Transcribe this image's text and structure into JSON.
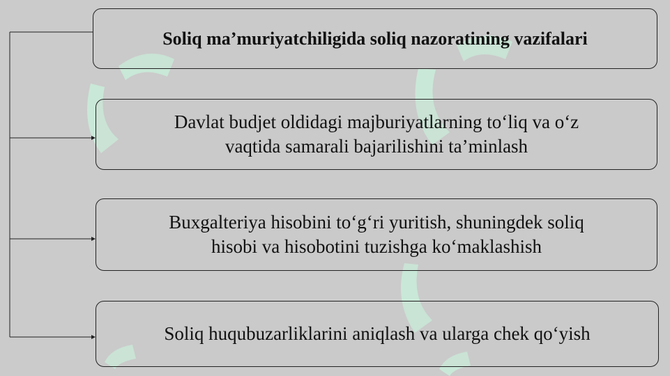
{
  "diagram": {
    "header": {
      "text": "Soliq ma’muriyatchiligida soliq nazoratining vazifalari"
    },
    "items": [
      {
        "line1": "Davlat budjet oldidagi majburiyatlarning to‘liq va o‘z",
        "line2": "vaqtida samarali bajarilishini ta’minlash"
      },
      {
        "line1": "Buxgalteriya hisobini to‘g‘ri yuritish, shuningdek soliq",
        "line2": "hisobi va hisobotini tuzishga ko‘maklashish"
      },
      {
        "line1": "Soliq huqubuzarliklarini aniqlash va ularga chek qo‘yish"
      }
    ]
  },
  "colors": {
    "background": "#cbcbcb",
    "border": "#222222",
    "text": "#111111",
    "watermark": "#c9f2dc"
  }
}
